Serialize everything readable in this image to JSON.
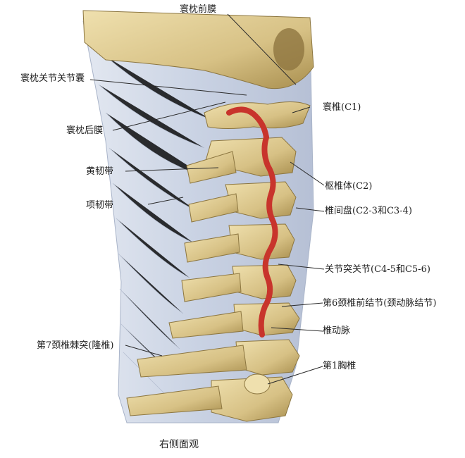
{
  "labels": {
    "occipital_anterior_membrane": "寰枕前膜",
    "atlanto_occipital_capsule": "寰枕关节关节囊",
    "posterior_atlanto_occipital_membrane": "寰枕后膜",
    "ligamentum_flavum": "黄韧带",
    "ligamentum_nuchae": "项韧带",
    "c7_spinous_process": "第7颈椎棘突(隆椎)",
    "atlas": "寰椎(C1)",
    "axis": "枢椎体(C2)",
    "intervertebral_disc": "椎间盘(C2-3和C3-4)",
    "facet_joints": "关节突关节(C4-5和C5-6)",
    "c6_carotid_tubercle": "第6颈椎前结节(颈动脉结节)",
    "vertebral_artery": "椎动脉",
    "t1_vertebra": "第1胸椎"
  },
  "caption": "右侧面观",
  "colors": {
    "bone": "#d9c48a",
    "bone_shadow": "#a8904e",
    "ligament": "#cdd6e6",
    "artery": "#c8342c",
    "leader_line": "#2a2a2a"
  }
}
